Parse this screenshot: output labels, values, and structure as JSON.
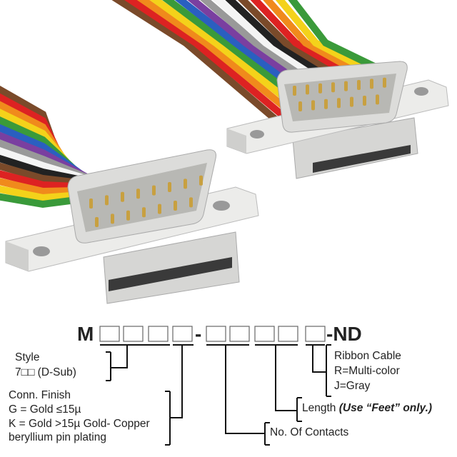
{
  "image": {
    "title": "D-Sub ribbon cable assembly",
    "ribbon_colors": [
      "#7a4a2a",
      "#d22",
      "#f08a1c",
      "#f4d21a",
      "#3a9a3a",
      "#2a5fc0",
      "#7a3fa0",
      "#999",
      "#f4f4f4",
      "#222"
    ]
  },
  "part_number": {
    "prefix": "M",
    "dash": "-",
    "suffix": "-ND"
  },
  "legend": {
    "style": {
      "title": "Style",
      "line2": "7□□ (D-Sub)"
    },
    "finish": {
      "title": "Conn. Finish",
      "g": "G = Gold ≤15µ",
      "k": "K = Gold >15µ Gold- Copper",
      "k2": "beryllium pin plating"
    },
    "contacts": {
      "title": "No. Of Contacts"
    },
    "length": {
      "title": "Length",
      "note": "(Use “Feet” only.)"
    },
    "ribbon": {
      "title": "Ribbon Cable",
      "r": "R=Multi-color",
      "j": "J=Gray"
    }
  }
}
